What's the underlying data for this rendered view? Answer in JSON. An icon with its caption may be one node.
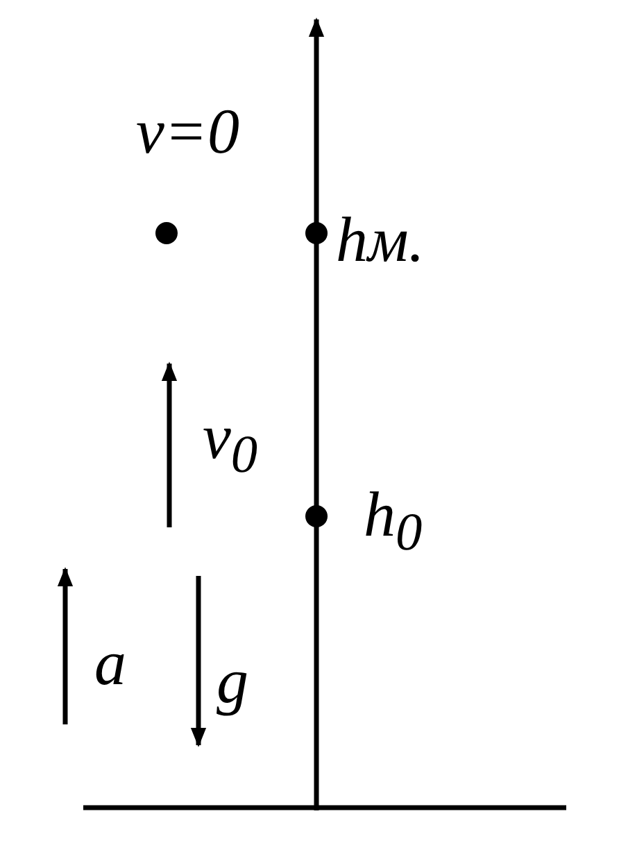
{
  "diagram": {
    "labels": [
      "v=0",
      "hм.",
      "v$_{0}$",
      "h$_{0}$",
      "a",
      "g"
    ]
  }
}
